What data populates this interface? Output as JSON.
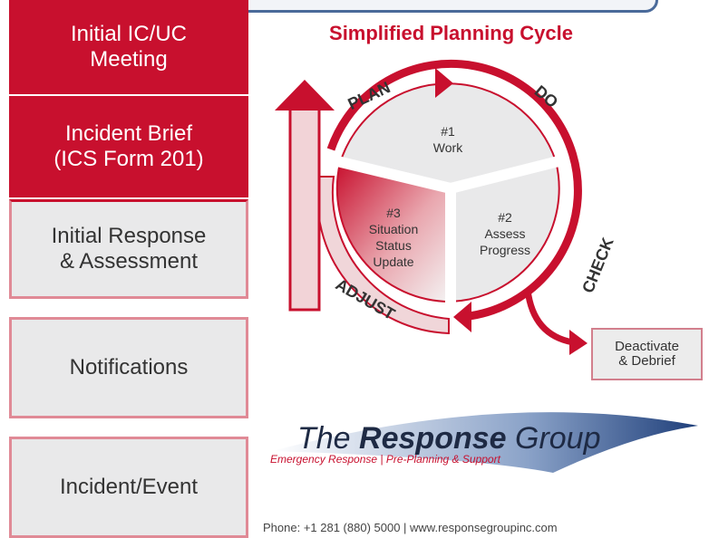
{
  "left_steps": [
    {
      "label": "Initial IC/UC\nMeeting"
    },
    {
      "label": "Incident Brief\n(ICS Form 201)"
    },
    {
      "label": "Initial Response\n& Assessment"
    },
    {
      "label": "Notifications"
    },
    {
      "label": "Incident/Event"
    }
  ],
  "cycle": {
    "title": "Simplified Planning Cycle",
    "arc_labels": {
      "plan": "PLAN",
      "do": "DO",
      "check": "CHECK",
      "adjust": "ADJUST"
    },
    "segments": [
      {
        "number": "#1",
        "text": "Work"
      },
      {
        "number": "#2",
        "text": "Assess\nProgress"
      },
      {
        "number": "#3",
        "text": "Situation\nStatus\nUpdate"
      }
    ]
  },
  "deactivate_box": {
    "label": "Deactivate\n& Debrief"
  },
  "logo": {
    "name_prefix": "The ",
    "name_bold": "Response",
    "name_suffix": " Group",
    "tagline": "Emergency Response | Pre-Planning & Support"
  },
  "footer": {
    "contact": "Phone: +1 281 (880) 5000  |  www.responsegroupinc.com"
  },
  "colors": {
    "brand_red": "#c8102e",
    "box_grey": "#e9e9ea",
    "logo_navy": "#1e2a44",
    "swoosh_blue": "#2b4f8f"
  }
}
